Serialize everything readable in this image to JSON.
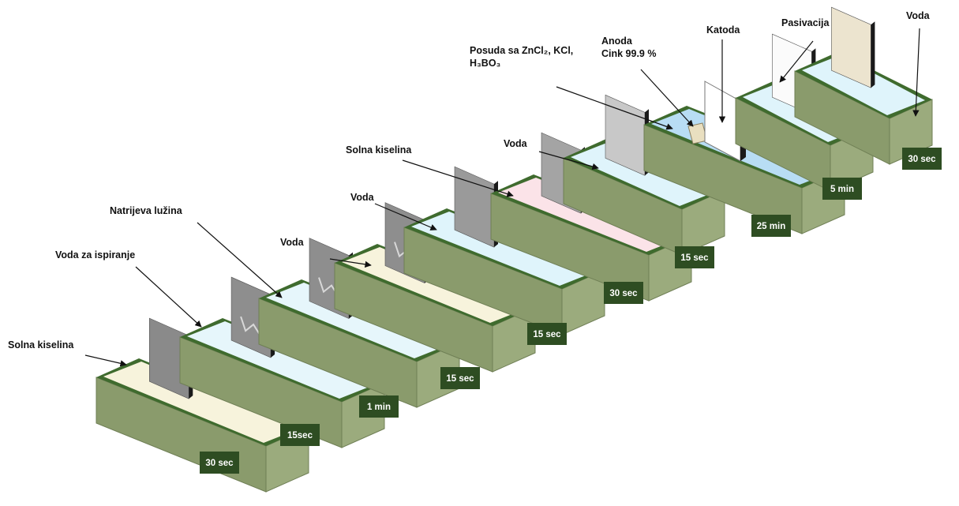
{
  "colors": {
    "tank_front": "#9bab7d",
    "tank_side": "#8a9b6c",
    "tank_rim": "#3f6b2e",
    "time_badge": "#2e4d22",
    "plate_dark": "#8e8e8e",
    "plate_edge": "#1a1a1a"
  },
  "tanks": [
    {
      "time": "30 sec",
      "liquid": "#f7f3dc",
      "plate": "#8a8a8a",
      "plate_type": "flat"
    },
    {
      "time": "15sec",
      "liquid": "#e6f6fb",
      "plate": "#8e8e8e",
      "plate_type": "rough"
    },
    {
      "time": "1 min",
      "liquid": "#e6f6fb",
      "plate": "#8e8e8e",
      "plate_type": "rough"
    },
    {
      "time": "15 sec",
      "liquid": "#f7f3dc",
      "plate": "#8e8e8e",
      "plate_type": "rough"
    },
    {
      "time": "15 sec",
      "liquid": "#dff4fb",
      "plate": "#9a9a9a",
      "plate_type": "flat"
    },
    {
      "time": "30 sec",
      "liquid": "#fbe3e8",
      "plate": "#a4a4a4",
      "plate_type": "flat"
    },
    {
      "time": "15 sec",
      "liquid": "#dff4fb",
      "plate": "#c8c8c8",
      "plate_type": "flat"
    },
    {
      "time": "25 min",
      "liquid": "#b8ddf4",
      "plate": "#ffffff",
      "plate_type": "cell"
    },
    {
      "time": "5 min",
      "liquid": "#dff4fb",
      "plate": "#fbfbfb",
      "plate_type": "flat"
    },
    {
      "time": "30 sec",
      "liquid": "#dff4fb",
      "plate": "#ece4cf",
      "plate_type": "flat"
    }
  ],
  "labels": [
    {
      "id": "solna-kiselina-1",
      "lines": [
        "Solna kiselina"
      ]
    },
    {
      "id": "voda-za-ispiranje",
      "lines": [
        "Voda za ispiranje"
      ]
    },
    {
      "id": "natrijeva-luzina",
      "lines": [
        "Natrijeva lužina"
      ]
    },
    {
      "id": "voda-1",
      "lines": [
        "Voda"
      ]
    },
    {
      "id": "voda-2",
      "lines": [
        "Voda"
      ]
    },
    {
      "id": "solna-kiselina-2",
      "lines": [
        "Solna kiselina"
      ]
    },
    {
      "id": "voda-3",
      "lines": [
        "Voda"
      ]
    },
    {
      "id": "posuda",
      "lines": [
        "Posuda sa ZnCl₂, KCl,",
        "H₃BO₃"
      ]
    },
    {
      "id": "anoda",
      "lines": [
        "Anoda",
        "Cink 99.9 %"
      ]
    },
    {
      "id": "katoda",
      "lines": [
        "Katoda"
      ]
    },
    {
      "id": "pasivacija",
      "lines": [
        "Pasivacija"
      ]
    },
    {
      "id": "voda-4",
      "lines": [
        "Voda"
      ]
    }
  ]
}
